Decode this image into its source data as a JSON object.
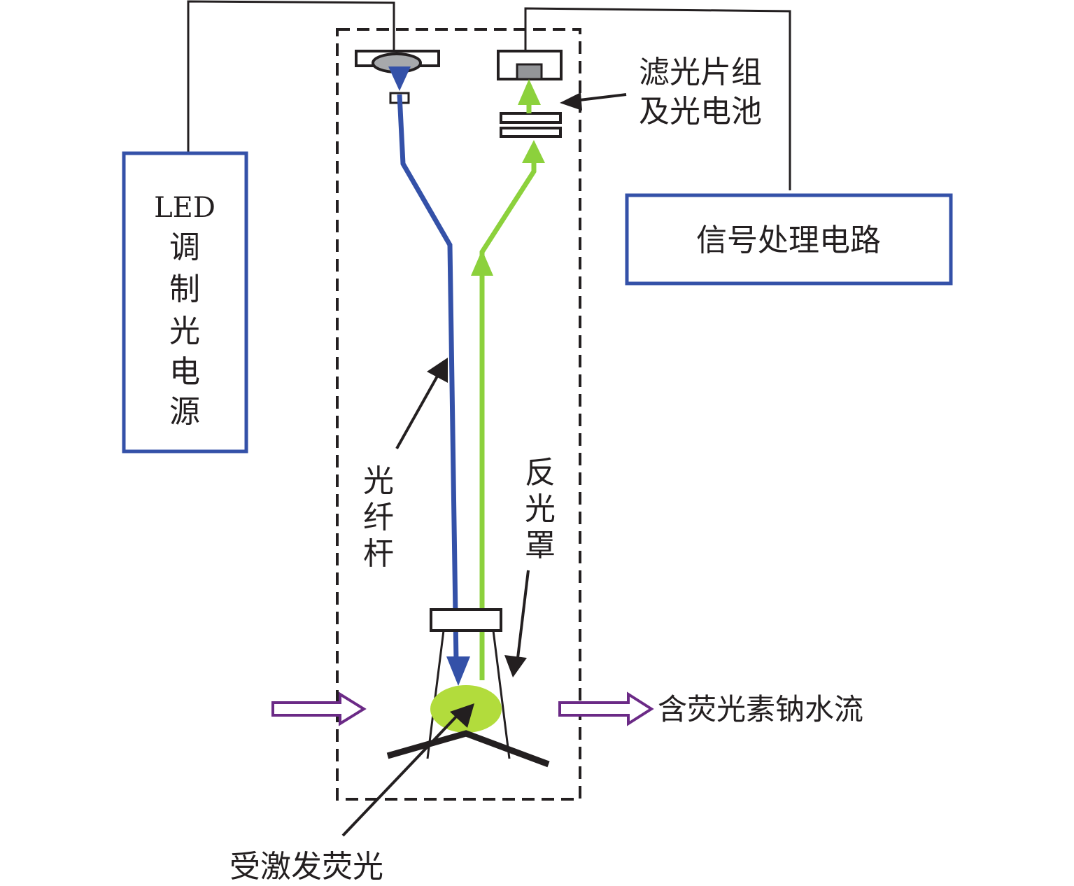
{
  "diagram": {
    "colors": {
      "excitation_fiber": "#3451a8",
      "fluorescence_fiber": "#8cd13c",
      "fluorescent_spot": "#b2dc3c",
      "flow_arrow": "#6b2a86",
      "box_border": "#3451a8",
      "line": "#231f20",
      "lens_fill": "#a7a9ac",
      "detector_fill": "#939598"
    },
    "boxes": {
      "led_power": {
        "line1": "LED",
        "chars": [
          "调",
          "制",
          "光",
          "电",
          "源"
        ]
      },
      "signal_processing": {
        "label": "信号处理电路"
      }
    },
    "labels": {
      "filter_set_line1": "滤光片组",
      "filter_set_line2": "及光电池",
      "fiber_rod": [
        "光",
        "纤",
        "杆"
      ],
      "reflector": [
        "反",
        "光",
        "罩"
      ],
      "water_flow": "含荧光素钠水流",
      "excited_fluorescence": "受激发荧光"
    }
  }
}
